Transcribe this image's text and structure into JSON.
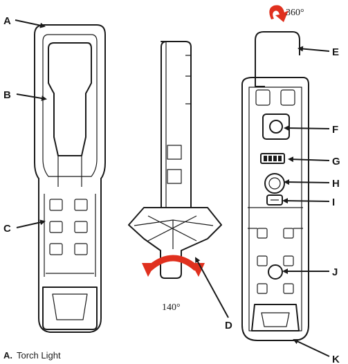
{
  "callouts": {
    "a": "A",
    "b": "B",
    "c": "C",
    "d": "D",
    "e": "E",
    "f": "F",
    "g": "G",
    "h": "H",
    "i": "I",
    "j": "J",
    "k": "K"
  },
  "rotation": {
    "top": "360°",
    "bottom": "140°"
  },
  "legend": {
    "letter": "A.",
    "name": "Torch Light"
  },
  "colors": {
    "ink": "#1a1a1a",
    "arrow_red": "#e0301e"
  }
}
